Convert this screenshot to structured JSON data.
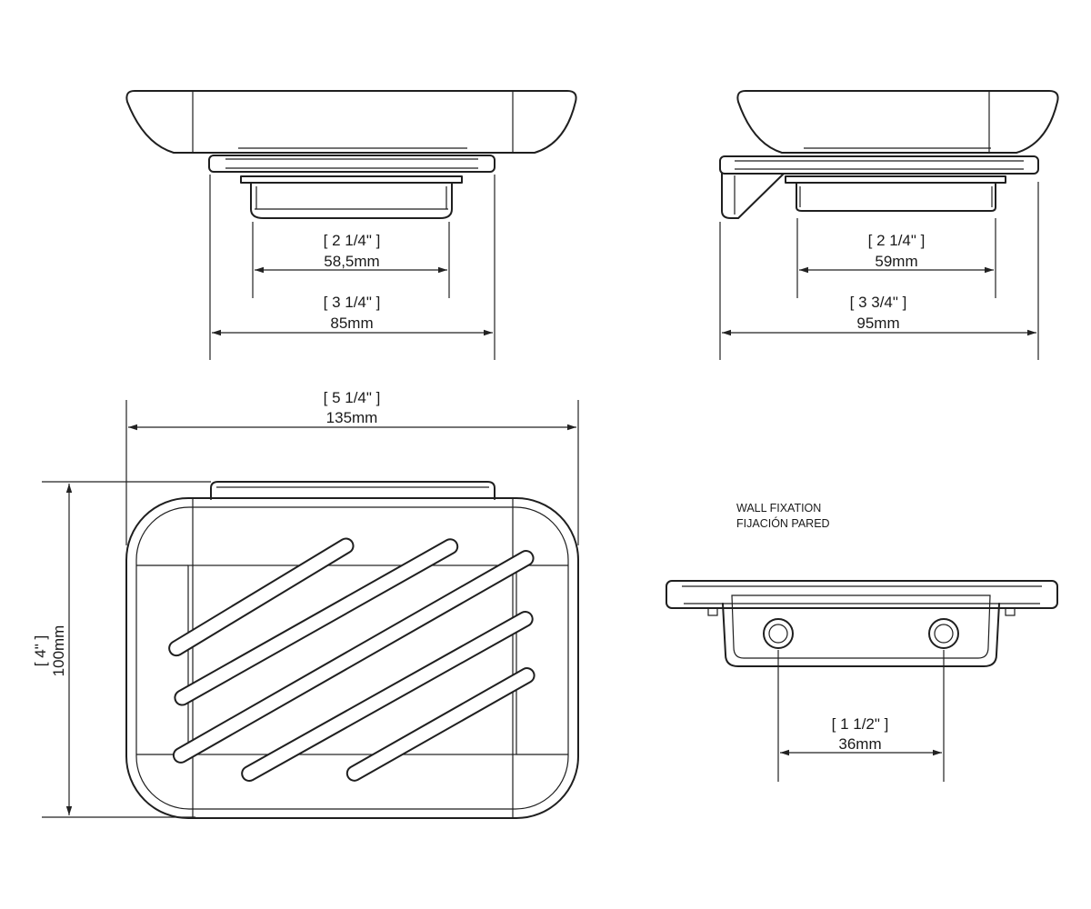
{
  "dimensions": {
    "front_inner": {
      "imperial": "[ 2 1/4\" ]",
      "metric": "58,5mm"
    },
    "front_outer": {
      "imperial": "[ 3 1/4\" ]",
      "metric": "85mm"
    },
    "side_inner": {
      "imperial": "[ 2 1/4\" ]",
      "metric": "59mm"
    },
    "side_outer": {
      "imperial": "[ 3 3/4\" ]",
      "metric": "95mm"
    },
    "top_width": {
      "imperial": "[ 5 1/4\" ]",
      "metric": "135mm"
    },
    "top_depth": {
      "imperial": "[ 4\" ]",
      "metric": "100mm"
    },
    "fixation_holes": {
      "imperial": "[ 1 1/2\" ]",
      "metric": "36mm"
    }
  },
  "wall_fixation": {
    "title_en": "WALL FIXATION",
    "title_es": "FIJACIÓN PARED"
  }
}
